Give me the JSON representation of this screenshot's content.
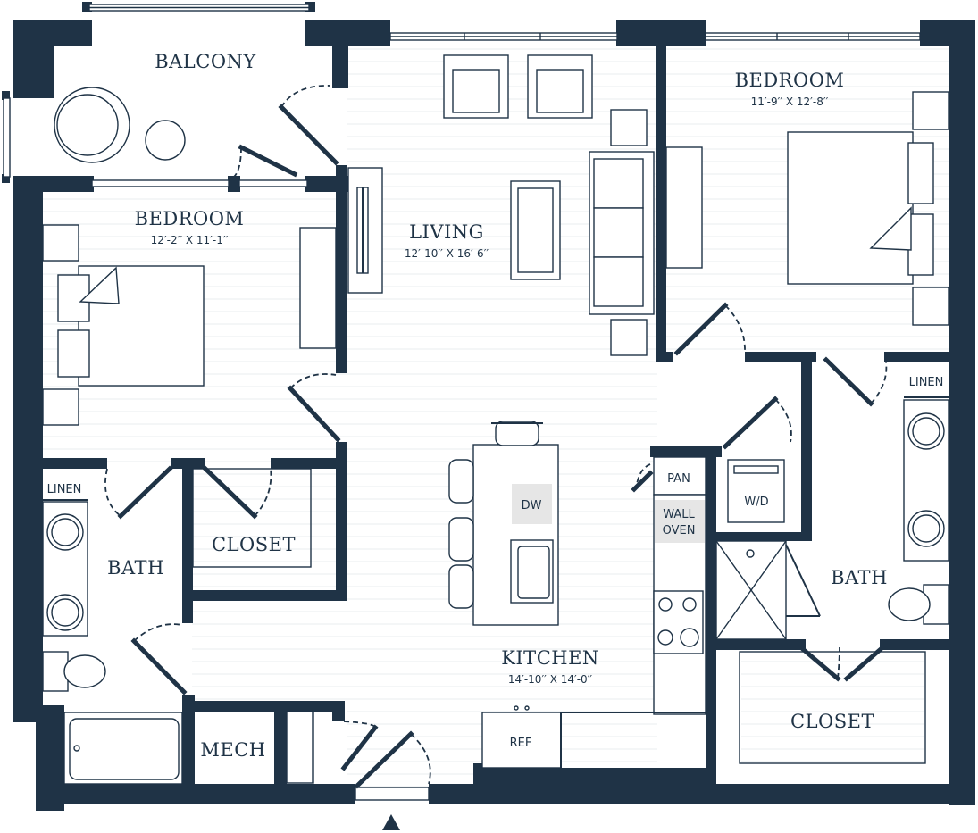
{
  "colors": {
    "wall": "#1f3346",
    "appliance": "#e6e6e6"
  },
  "rooms": {
    "balcony": "BALCONY",
    "bedroom_left": {
      "name": "BEDROOM",
      "dim": "12′-2′′ X 11′-1′′"
    },
    "bedroom_right": {
      "name": "BEDROOM",
      "dim": "11′-9′′ X 12′-8′′"
    },
    "living": {
      "name": "LIVING",
      "dim": "12′-10′′ X 16′-6′′"
    },
    "kitchen": {
      "name": "KITCHEN",
      "dim": "14′-10′′ X 14′-0′′"
    },
    "bath_left": "BATH",
    "bath_right": "BATH",
    "closet_left": "CLOSET",
    "closet_right": "CLOSET",
    "mech": "MECH"
  },
  "labels": {
    "linen_left": "LINEN",
    "linen_right": "LINEN",
    "dw": "DW",
    "pan": "PAN",
    "wall_oven_1": "WALL",
    "wall_oven_2": "OVEN",
    "wd": "W/D",
    "ref": "REF"
  },
  "icons": {
    "entry": "entry-arrow-icon"
  }
}
